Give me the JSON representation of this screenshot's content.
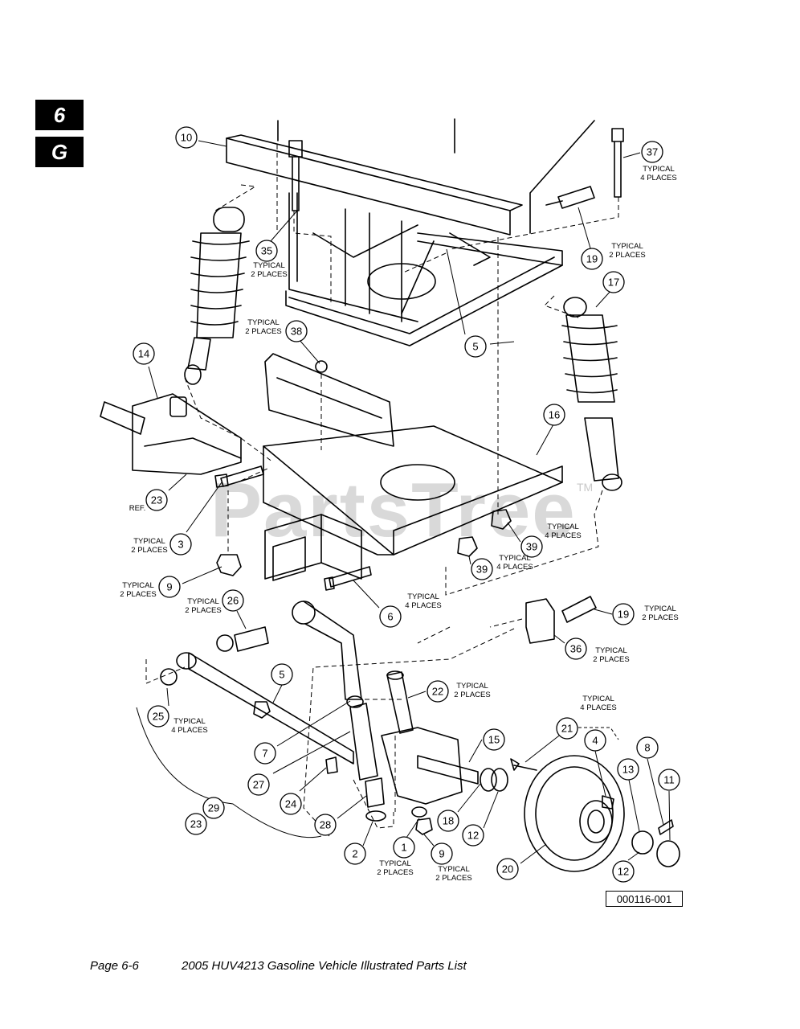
{
  "section_tabs": [
    "6",
    "G"
  ],
  "watermark": {
    "text": "PartsTree",
    "tm": "TM"
  },
  "figure_id": "000116-001",
  "footer": {
    "page": "Page 6-6",
    "title": "2005 HUV4213 Gasoline Vehicle Illustrated Parts List"
  },
  "callouts": [
    {
      "num": "10"
    },
    {
      "num": "37"
    },
    {
      "num": "35"
    },
    {
      "num": "19"
    },
    {
      "num": "17"
    },
    {
      "num": "38"
    },
    {
      "num": "5"
    },
    {
      "num": "14"
    },
    {
      "num": "16"
    },
    {
      "num": "23"
    },
    {
      "num": "3"
    },
    {
      "num": "39"
    },
    {
      "num": "39"
    },
    {
      "num": "9"
    },
    {
      "num": "26"
    },
    {
      "num": "6"
    },
    {
      "num": "19"
    },
    {
      "num": "36"
    },
    {
      "num": "5"
    },
    {
      "num": "22"
    },
    {
      "num": "25"
    },
    {
      "num": "7"
    },
    {
      "num": "15"
    },
    {
      "num": "21"
    },
    {
      "num": "4"
    },
    {
      "num": "8"
    },
    {
      "num": "27"
    },
    {
      "num": "13"
    },
    {
      "num": "11"
    },
    {
      "num": "24"
    },
    {
      "num": "29"
    },
    {
      "num": "23"
    },
    {
      "num": "28"
    },
    {
      "num": "18"
    },
    {
      "num": "12"
    },
    {
      "num": "2"
    },
    {
      "num": "1"
    },
    {
      "num": "9"
    },
    {
      "num": "20"
    },
    {
      "num": "12"
    }
  ],
  "notes": [
    {
      "lines": [
        "TYPICAL",
        "4 PLACES"
      ]
    },
    {
      "lines": [
        "TYPICAL",
        "2 PLACES"
      ]
    },
    {
      "lines": [
        "TYPICAL",
        "2 PLACES"
      ]
    },
    {
      "lines": [
        "TYPICAL",
        "2 PLACES"
      ]
    },
    {
      "lines": [
        "REF."
      ]
    },
    {
      "lines": [
        "TYPICAL",
        "2 PLACES"
      ]
    },
    {
      "lines": [
        "TYPICAL",
        "4 PLACES"
      ]
    },
    {
      "lines": [
        "TYPICAL",
        "4 PLACES"
      ]
    },
    {
      "lines": [
        "TYPICAL",
        "2 PLACES"
      ]
    },
    {
      "lines": [
        "TYPICAL",
        "2 PLACES"
      ]
    },
    {
      "lines": [
        "TYPICAL",
        "4 PLACES"
      ]
    },
    {
      "lines": [
        "TYPICAL",
        "2 PLACES"
      ]
    },
    {
      "lines": [
        "TYPICAL",
        "2 PLACES"
      ]
    },
    {
      "lines": [
        "TYPICAL",
        "2 PLACES"
      ]
    },
    {
      "lines": [
        "TYPICAL",
        "4 PLACES"
      ]
    },
    {
      "lines": [
        "TYPICAL",
        "4 PLACES"
      ]
    },
    {
      "lines": [
        "TYPICAL",
        "2 PLACES"
      ]
    },
    {
      "lines": [
        "TYPICAL",
        "2 PLACES"
      ]
    }
  ]
}
